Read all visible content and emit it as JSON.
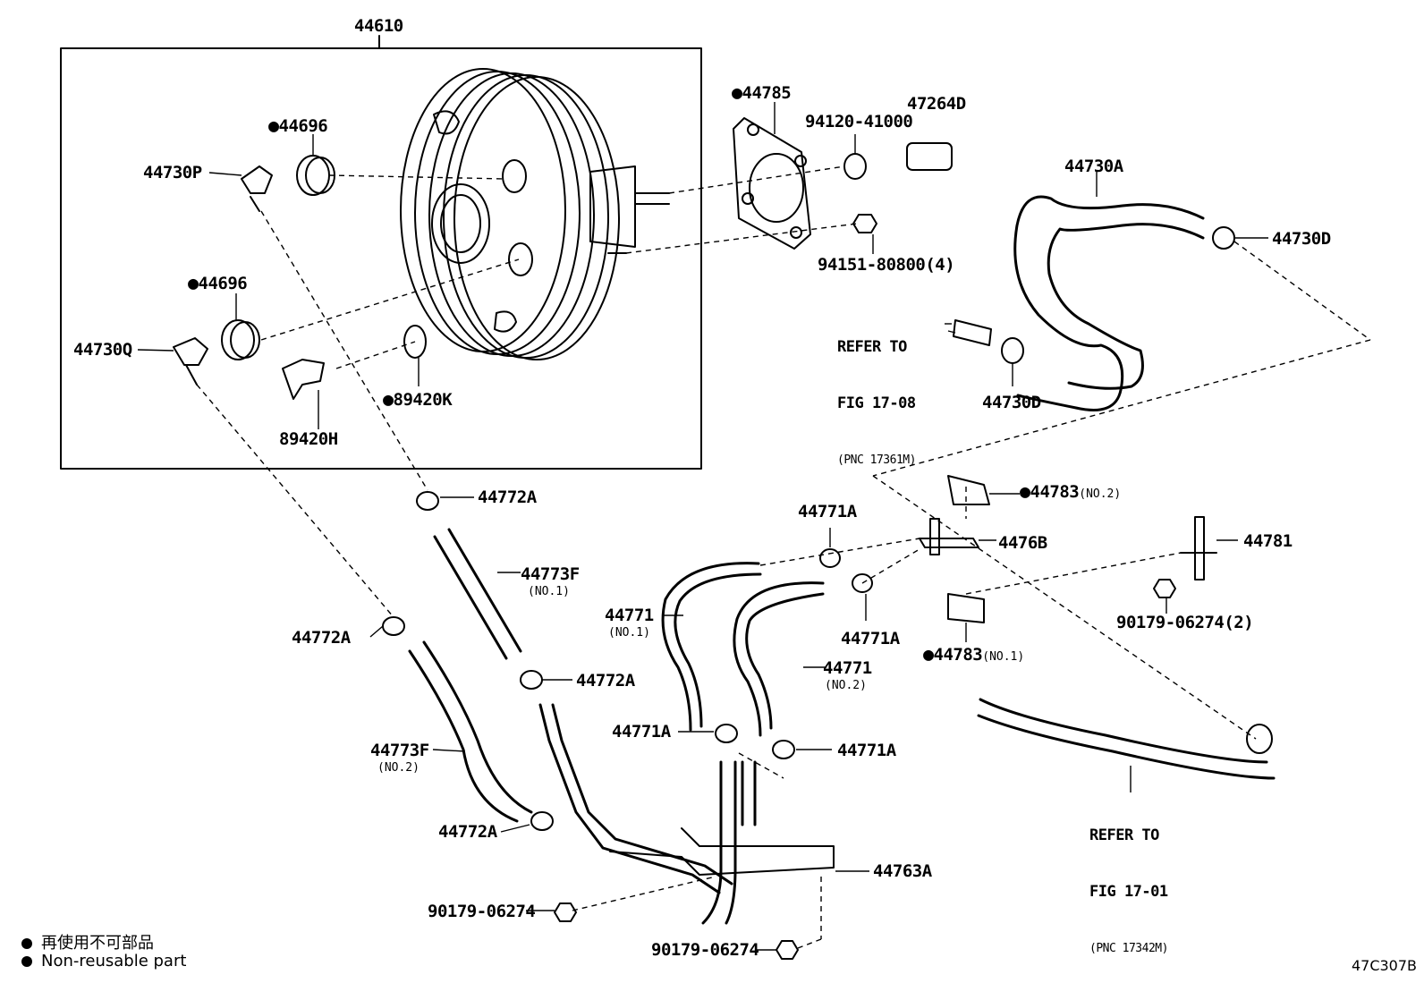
{
  "labels": {
    "assembly": "44610",
    "n44696_a": "44696",
    "n44696_b": "44696",
    "n44730P": "44730P",
    "n44730Q": "44730Q",
    "n89420H": "89420H",
    "n89420K": "89420K",
    "n44785": "44785",
    "n94120": "94120-41000",
    "n47264D": "47264D",
    "n94151": "94151-80800(4)",
    "n44730A": "44730A",
    "n44730D_a": "44730D",
    "n44730D_b": "44730D",
    "n44772A_1": "44772A",
    "n44772A_2": "44772A",
    "n44772A_3": "44772A",
    "n44772A_4": "44772A",
    "n44773F_1": "44773F",
    "n44773F_1_sub": "(NO.1)",
    "n44773F_2": "44773F",
    "n44773F_2_sub": "(NO.2)",
    "n44771_1": "44771",
    "n44771_1_sub": "(NO.1)",
    "n44771_2": "44771",
    "n44771_2_sub": "(NO.2)",
    "n44771A_1": "44771A",
    "n44771A_2": "44771A",
    "n44771A_3": "44771A",
    "n44771A_4": "44771A",
    "n44783_2": "44783",
    "n44783_2_sub": "(NO.2)",
    "n44783_1": "44783",
    "n44783_1_sub": "(NO.1)",
    "n4476B": "4476B",
    "n44781": "44781",
    "n90179_2": "90179-06274(2)",
    "n90179_a": "90179-06274",
    "n90179_b": "90179-06274",
    "n44763A": "44763A"
  },
  "references": {
    "fig1708": {
      "line1": "REFER TO",
      "line2": "FIG 17-08",
      "line3": "(PNC 17361M)"
    },
    "fig1701": {
      "line1": "REFER TO",
      "line2": "FIG 17-01",
      "line3": "(PNC 17342M)"
    }
  },
  "legend": {
    "jp": "再使用不可部品",
    "en": "Non-reusable part"
  },
  "diagram_code": "47C307B",
  "non_reusable_marker": "●"
}
